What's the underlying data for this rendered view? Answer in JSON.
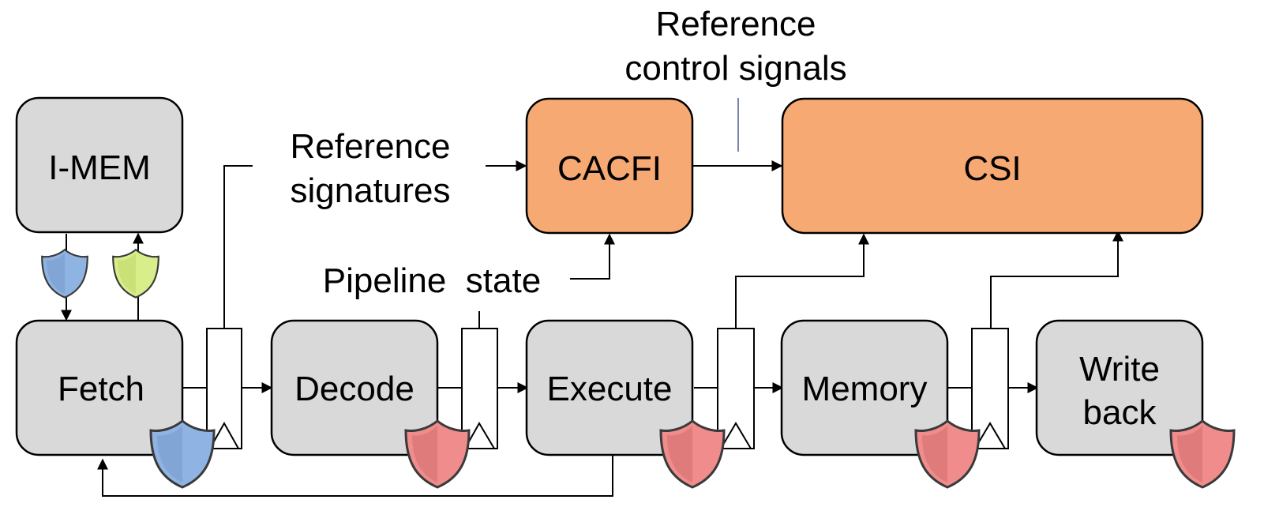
{
  "blocks": {
    "imem": "I-MEM",
    "cacfi": "CACFI",
    "csi": "CSI",
    "fetch": "Fetch",
    "decode": "Decode",
    "execute": "Execute",
    "memory": "Memory",
    "writeback_line1": "Write",
    "writeback_line2": "back"
  },
  "annotations": {
    "ref_control_line1": "Reference",
    "ref_control_line2": "control signals",
    "ref_signatures_line1": "Reference",
    "ref_signatures_line2": "signatures",
    "pipeline_state": "Pipeline  state"
  },
  "colors": {
    "stage_fill": "#d9d9d9",
    "monitor_fill": "#f6a972",
    "shield_blue": "#8fb4e3",
    "shield_green": "#d7ee8a",
    "shield_red": "#f08c8c"
  },
  "icons": {
    "shield": "shield-icon"
  }
}
